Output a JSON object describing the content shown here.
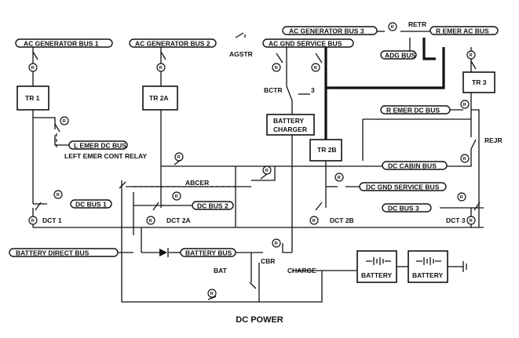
{
  "buses": {
    "ac_gen_bus_1": "AC GENERATOR BUS 1",
    "ac_gen_bus_2": "AC GENERATOR BUS 2",
    "ac_gnd_service_bus": "AC GND SERVICE BUS",
    "ac_gen_bus_3": "AC GENERATOR BUS 3",
    "r_emer_ac_bus": "R EMER AC BUS",
    "adg_bus": "ADG BUS",
    "l_emer_dc_bus": "L EMER DC BUS",
    "r_emer_dc_bus": "R EMER DC BUS",
    "dc_cabin_bus": "DC CABIN BUS",
    "dc_gnd_service_bus": "DC GND SERVICE BUS",
    "dc_bus_1": "DC BUS 1",
    "dc_bus_2": "DC BUS 2",
    "dc_bus_3": "DC BUS 3",
    "battery_direct_bus": "BATTERY DIRECT BUS",
    "battery_bus": "BATTERY BUS"
  },
  "units": {
    "tr1": "TR 1",
    "tr2a": "TR 2A",
    "tr2b": "TR 2B",
    "tr3": "TR 3",
    "battery_charger_line1": "BATTERY",
    "battery_charger_line2": "CHARGER",
    "battery_1": "BATTERY",
    "battery_2": "BATTERY"
  },
  "labels": {
    "agstr": "AGSTR",
    "retr": "RETR",
    "bctr": "BCTR",
    "bctr_pin": "3",
    "rejr": "REJR",
    "left_emer_cont_relay": "LEFT EMER CONT RELAY",
    "abcer": "ABCER",
    "dct1": "DCT 1",
    "dct2a": "DCT 2A",
    "dct2b": "DCT 2B",
    "dct3": "DCT 3",
    "cbr": "CBR",
    "bat": "BAT",
    "charge": "CHARGE",
    "relay_r": "R"
  },
  "caption": "DC POWER"
}
